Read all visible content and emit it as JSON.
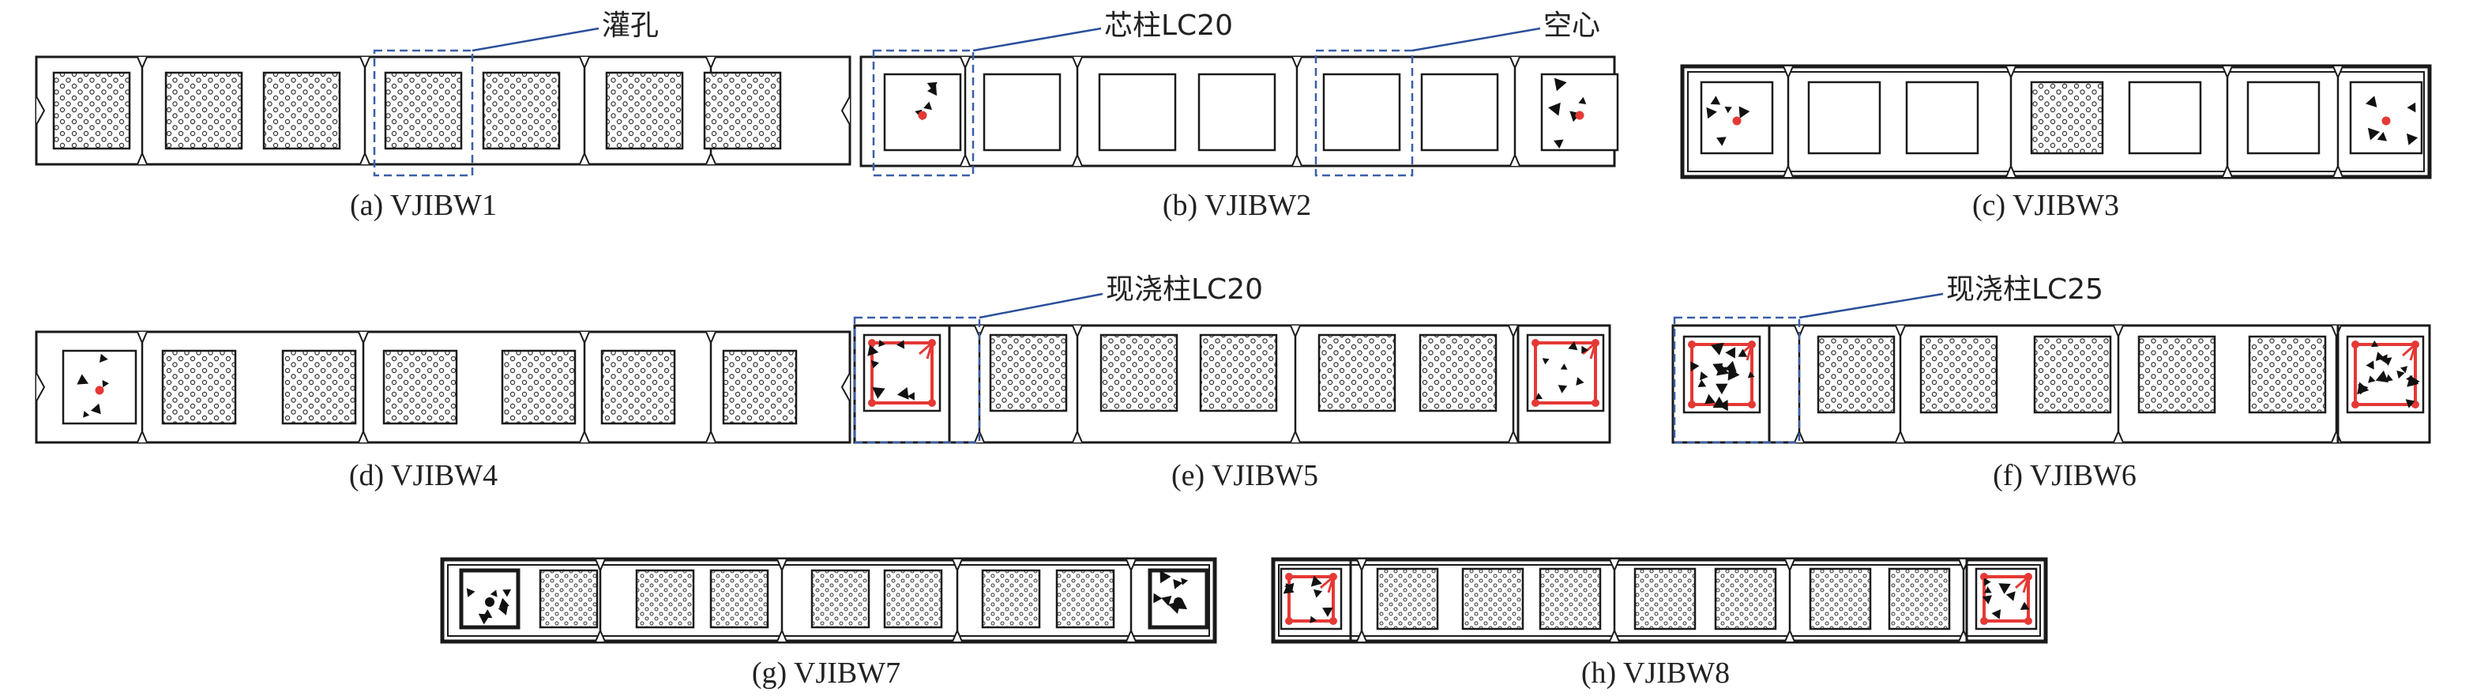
{
  "figure": {
    "panels": [
      {
        "id": "a",
        "caption": "(a) VJIBW1"
      },
      {
        "id": "b",
        "caption": "(b) VJIBW2"
      },
      {
        "id": "c",
        "caption": "(c) VJIBW3"
      },
      {
        "id": "d",
        "caption": "(d) VJIBW4"
      },
      {
        "id": "e",
        "caption": "(e) VJIBW5"
      },
      {
        "id": "f",
        "caption": "(f) VJIBW6"
      },
      {
        "id": "g",
        "caption": "(g) VJIBW7"
      },
      {
        "id": "h",
        "caption": "(h) VJIBW8"
      }
    ],
    "callouts": {
      "grouted": "灌孔",
      "core_column": "芯柱LC20",
      "hollow": "空心",
      "cast_column_lc20": "现浇柱LC20",
      "cast_column_lc25": "现浇柱LC25"
    },
    "colors": {
      "outline": "#1a1a1a",
      "callout_box": "#3a5fa8",
      "callout_line": "#2a4f9a",
      "rebar": "#e53935"
    }
  }
}
